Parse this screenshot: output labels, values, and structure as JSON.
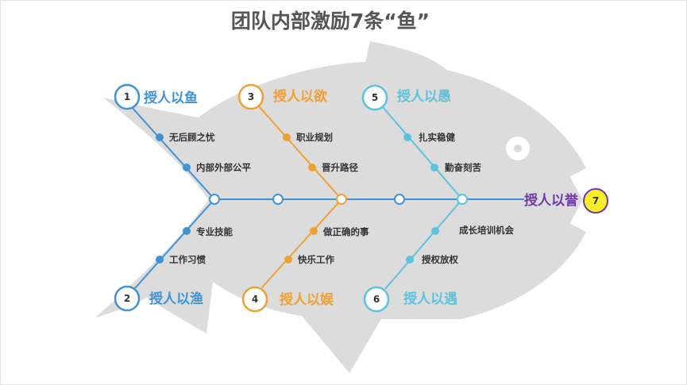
{
  "title": "团队内部激励7条“鱼”",
  "colors": {
    "blue": "#3e93d6",
    "orange": "#f0a030",
    "cyan": "#5bc3de",
    "purple": "#6d3aa8",
    "yellow": "#f7ee26",
    "fish": "#dcdcdc"
  },
  "branches": [
    {
      "num": "1",
      "label": "授人以鱼",
      "items": [
        "无后顾之忧",
        "内部外部公平"
      ]
    },
    {
      "num": "2",
      "label": "授人以渔",
      "items": [
        "专业技能",
        "工作习惯"
      ]
    },
    {
      "num": "3",
      "label": "授人以欲",
      "items": [
        "职业规划",
        "晋升路径"
      ]
    },
    {
      "num": "4",
      "label": "授人以娱",
      "items": [
        "做正确的事",
        "快乐工作"
      ]
    },
    {
      "num": "5",
      "label": "授人以愚",
      "items": [
        "扎实稳健",
        "勤奋刻苦"
      ]
    },
    {
      "num": "6",
      "label": "授人以遇",
      "items": [
        "成长培训机会",
        "授权放权"
      ]
    }
  ],
  "head": {
    "num": "7",
    "label": "授人以誉"
  }
}
